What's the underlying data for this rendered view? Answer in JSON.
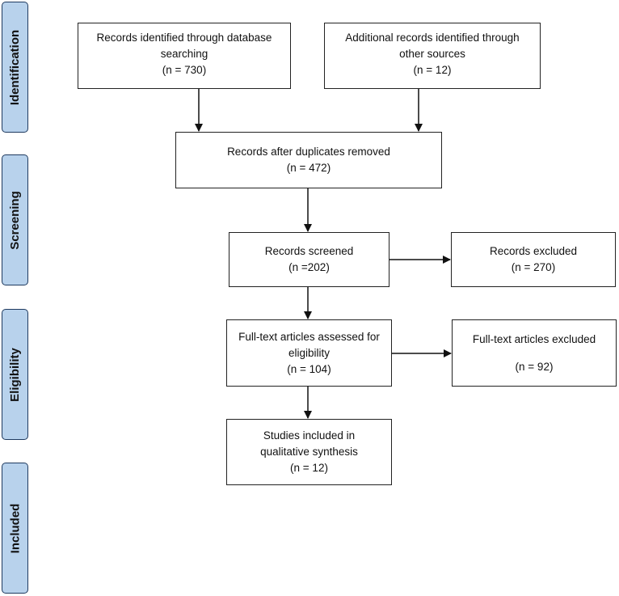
{
  "stages": {
    "identification": "Identification",
    "screening": "Screening",
    "eligibility": "Eligibility",
    "included": "Included"
  },
  "boxes": {
    "database": {
      "line1": "Records identified through database",
      "line2": "searching",
      "count": "(n =  730)"
    },
    "other": {
      "line1": "Additional records identified through",
      "line2": "other sources",
      "count": "(n =  12)"
    },
    "duplicates": {
      "line1": "Records after duplicates removed",
      "count": "(n = 472)"
    },
    "screened": {
      "line1": "Records screened",
      "count": "(n =202)"
    },
    "excluded": {
      "line1": "Records excluded",
      "count": "(n = 270)"
    },
    "fulltext": {
      "line1": "Full-text articles assessed for",
      "line2": "eligibility",
      "count": "(n = 104)"
    },
    "fulltext_excluded": {
      "line1": "Full-text articles excluded",
      "count": "(n = 92)"
    },
    "included": {
      "line1": "Studies included in",
      "line2": "qualitative synthesis",
      "count": "(n = 12)"
    }
  }
}
